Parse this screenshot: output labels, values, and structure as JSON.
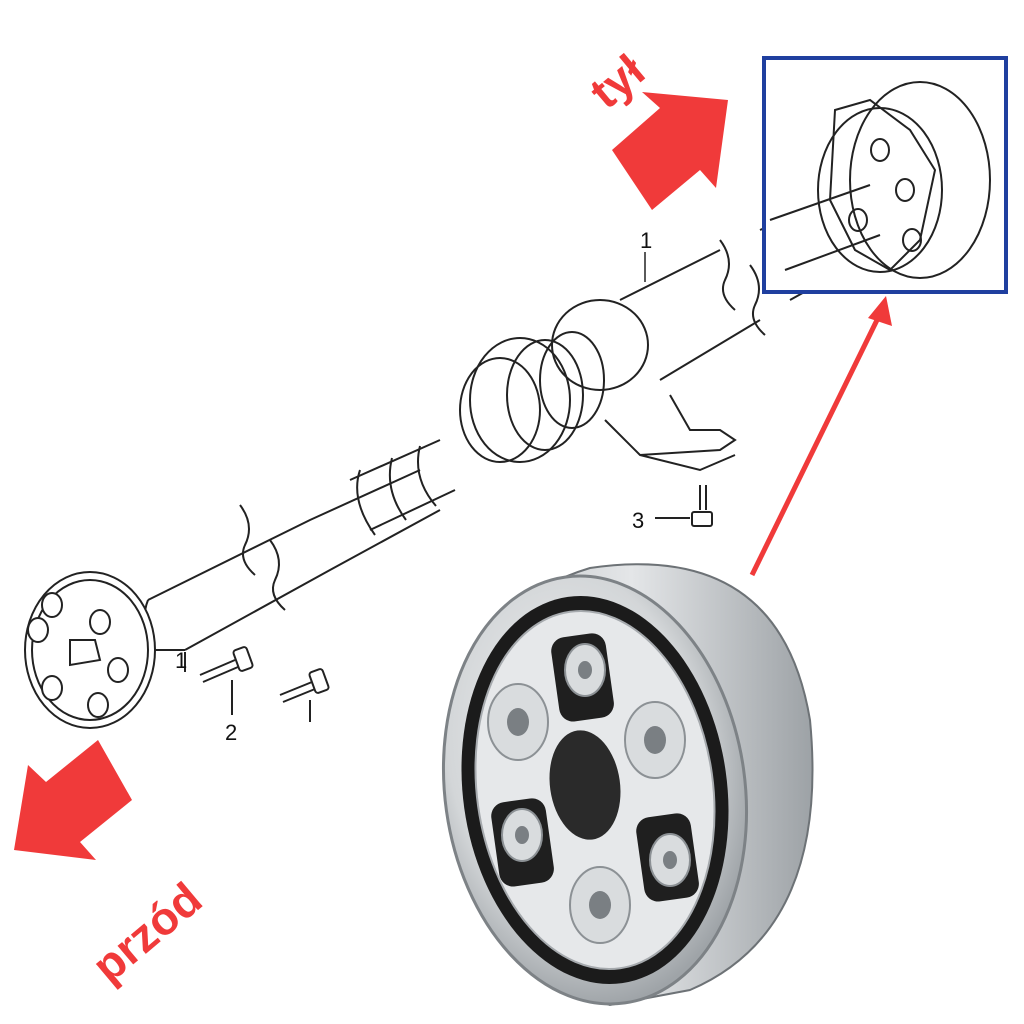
{
  "labels": {
    "rear": "tył",
    "front": "przód"
  },
  "callouts": {
    "shaft": "1",
    "bolt_left": "2",
    "bolt_center_support": "3",
    "bolt_right": "1"
  },
  "colors": {
    "arrow": "#f03a3a",
    "highlight_box": "#1f3f9f",
    "line_art": "#222222",
    "metal": "#c9ccce",
    "rubber": "#1b1b1b"
  },
  "icons": {
    "rear_arrow": "arrow-up-right-icon",
    "front_arrow": "arrow-down-left-icon"
  }
}
